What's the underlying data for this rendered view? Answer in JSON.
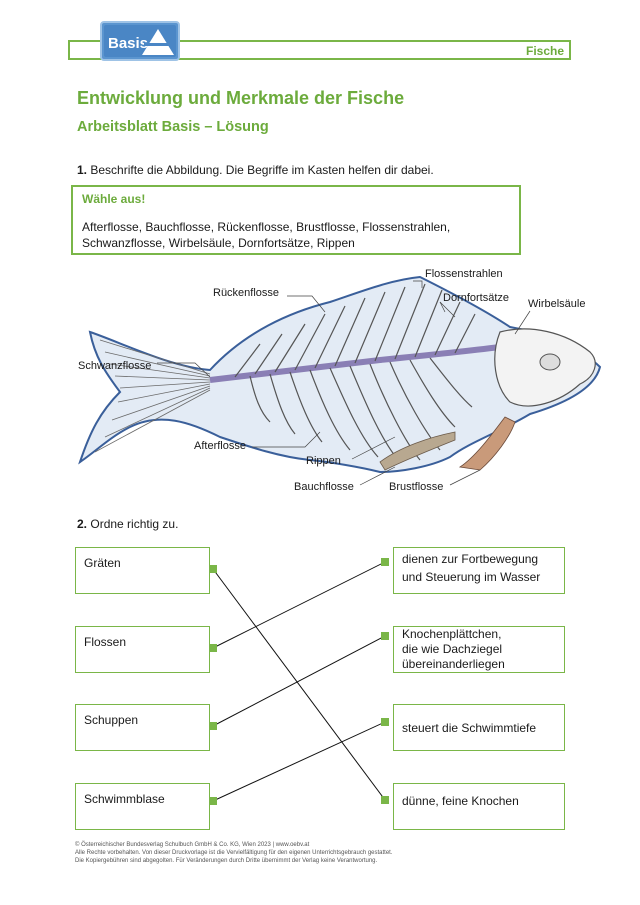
{
  "header": {
    "logo_text": "Basis",
    "section": "Fische"
  },
  "title": "Entwicklung und Merkmale der Fische",
  "subtitle": "Arbeitsblatt Basis – Lösung",
  "task1": {
    "number": "1.",
    "text": "Beschrifte die Abbildung. Die Begriffe im Kasten helfen dir dabei."
  },
  "choose": {
    "title": "Wähle aus!",
    "line1": "Afterflosse, Bauchflosse, Rückenflosse, Brustflosse, Flossenstrahlen,",
    "line2": "Schwanzflosse, Wirbelsäule, Dornfortsätze, Rippen"
  },
  "fish_labels": {
    "flossenstrahlen": "Flossenstrahlen",
    "rueckenflosse": "Rückenflosse",
    "dornfortsaetze": "Dornfortsätze",
    "wirbelsaeule": "Wirbelsäule",
    "schwanzflosse": "Schwanzflosse",
    "afterflosse": "Afterflosse",
    "rippen": "Rippen",
    "bauchflosse": "Bauchflosse",
    "brustflosse": "Brustflosse"
  },
  "task2": {
    "number": "2.",
    "text": "Ordne richtig zu."
  },
  "left_items": [
    "Gräten",
    "Flossen",
    "Schuppen",
    "Schwimmblase"
  ],
  "right_items": [
    {
      "line1": "dienen zur Fortbewegung",
      "line2": "und Steuerung im Wasser",
      "line3": ""
    },
    {
      "line1": "Knochenplättchen,",
      "line2": "die wie Dachziegel",
      "line3": "übereinanderliegen"
    },
    {
      "line1": "steuert die Schwimmtiefe",
      "line2": "",
      "line3": ""
    },
    {
      "line1": "dünne, feine Knochen",
      "line2": "",
      "line3": ""
    }
  ],
  "footer": {
    "line1": "© Österreichischer Bundesverlag Schulbuch GmbH & Co. KG, Wien 2023 | www.oebv.at",
    "line2": "Alle Rechte vorbehalten. Von dieser Druckvorlage ist die Vervielfältigung für den eigenen Unterrichtsgebrauch gestattet.",
    "line3": "Die Kopiergebühren sind abgegolten. Für Veränderungen durch Dritte übernimmt der Verlag keine Verantwortung."
  },
  "colors": {
    "accent": "#6cab3c",
    "border": "#7ab648",
    "logo_blue": "#4a86c5"
  }
}
